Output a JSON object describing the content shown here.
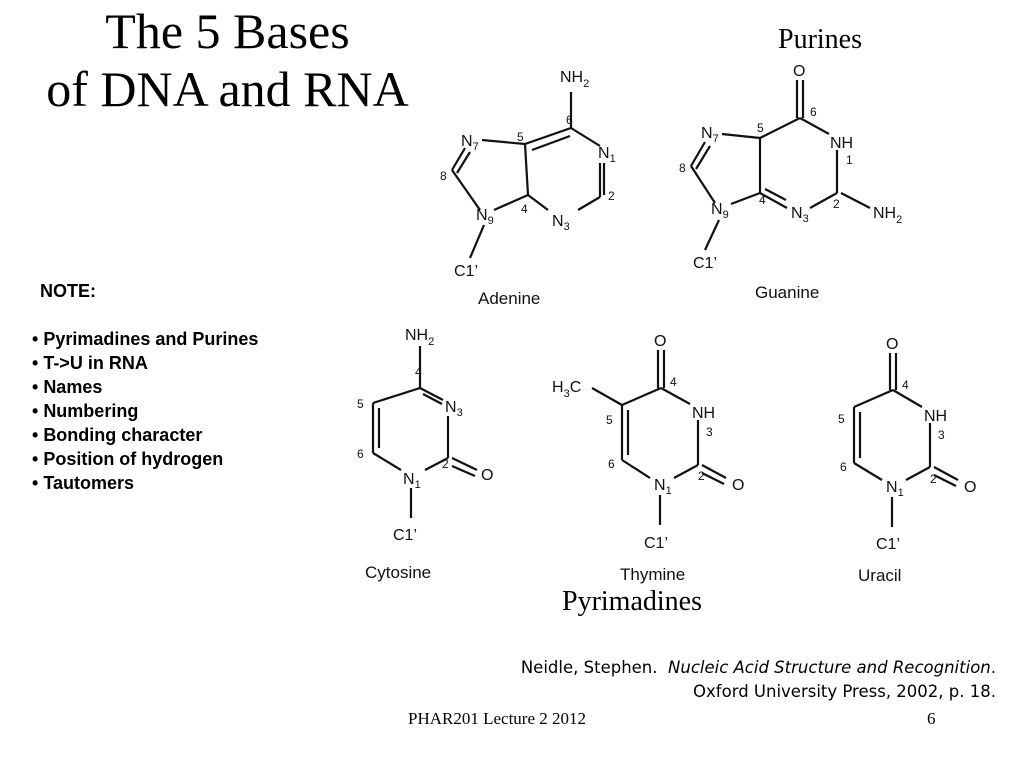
{
  "slide": {
    "title_line1": "The 5 Bases",
    "title_line2": "of DNA and RNA",
    "purines_label": "Purines",
    "pyrimidines_label": "Pyrimadines"
  },
  "note": {
    "heading": "NOTE:",
    "items": [
      "Pyrimadines and Purines",
      "T->U in RNA",
      "Names",
      "Numbering",
      "Bonding character",
      "Position of hydrogen",
      "Tautomers"
    ]
  },
  "molecules": {
    "adenine": {
      "name": "Adenine",
      "atoms": {
        "nh2": "NH",
        "nh2_sub": "2",
        "n7": "N",
        "n7_num": "7",
        "n1": "N",
        "n1_num": "1",
        "n9": "N",
        "n9_num": "9",
        "n3": "N",
        "n3_num": "3",
        "c1": "C1’"
      },
      "numbers": {
        "c6": "6",
        "c5": "5",
        "c8": "8",
        "c2": "2",
        "c4": "4"
      }
    },
    "guanine": {
      "name": "Guanine",
      "atoms": {
        "o": "O",
        "n7": "N",
        "n7_num": "7",
        "nh": "NH",
        "n9": "N",
        "n9_num": "9",
        "n3": "N",
        "n3_num": "3",
        "nh2": "NH",
        "nh2_sub": "2",
        "c1": "C1’"
      },
      "numbers": {
        "c6": "6",
        "c5": "5",
        "n1": "1",
        "c8": "8",
        "c4": "4",
        "c2": "2"
      }
    },
    "cytosine": {
      "name": "Cytosine",
      "atoms": {
        "nh2": "NH",
        "nh2_sub": "2",
        "n3": "N",
        "n3_num": "3",
        "n1": "N",
        "n1_num": "1",
        "o": "O",
        "c1": "C1’"
      },
      "numbers": {
        "c4": "4",
        "c5": "5",
        "c6": "6",
        "c2": "2"
      }
    },
    "thymine": {
      "name": "Thymine",
      "atoms": {
        "o": "O",
        "h3c_h": "H",
        "h3c_sub": "3",
        "h3c_c": "C",
        "nh": "NH",
        "n1": "N",
        "n1_num": "1",
        "o2": "O",
        "c1": "C1’"
      },
      "numbers": {
        "c4": "4",
        "c5": "5",
        "n3": "3",
        "c6": "6",
        "c2": "2"
      }
    },
    "uracil": {
      "name": "Uracil",
      "atoms": {
        "o": "O",
        "nh": "NH",
        "n1": "N",
        "n1_num": "1",
        "o2": "O",
        "c1": "C1’"
      },
      "numbers": {
        "c4": "4",
        "c5": "5",
        "n3": "3",
        "c6": "6",
        "c2": "2"
      }
    }
  },
  "citation": {
    "author": "Neidle, Stephen.",
    "book_title": "Nucleic Acid Structure and Recognition",
    "line2": "Oxford University Press, 2002, p. 18."
  },
  "footer": {
    "lecture": "PHAR201 Lecture 2 2012",
    "page": "6"
  }
}
